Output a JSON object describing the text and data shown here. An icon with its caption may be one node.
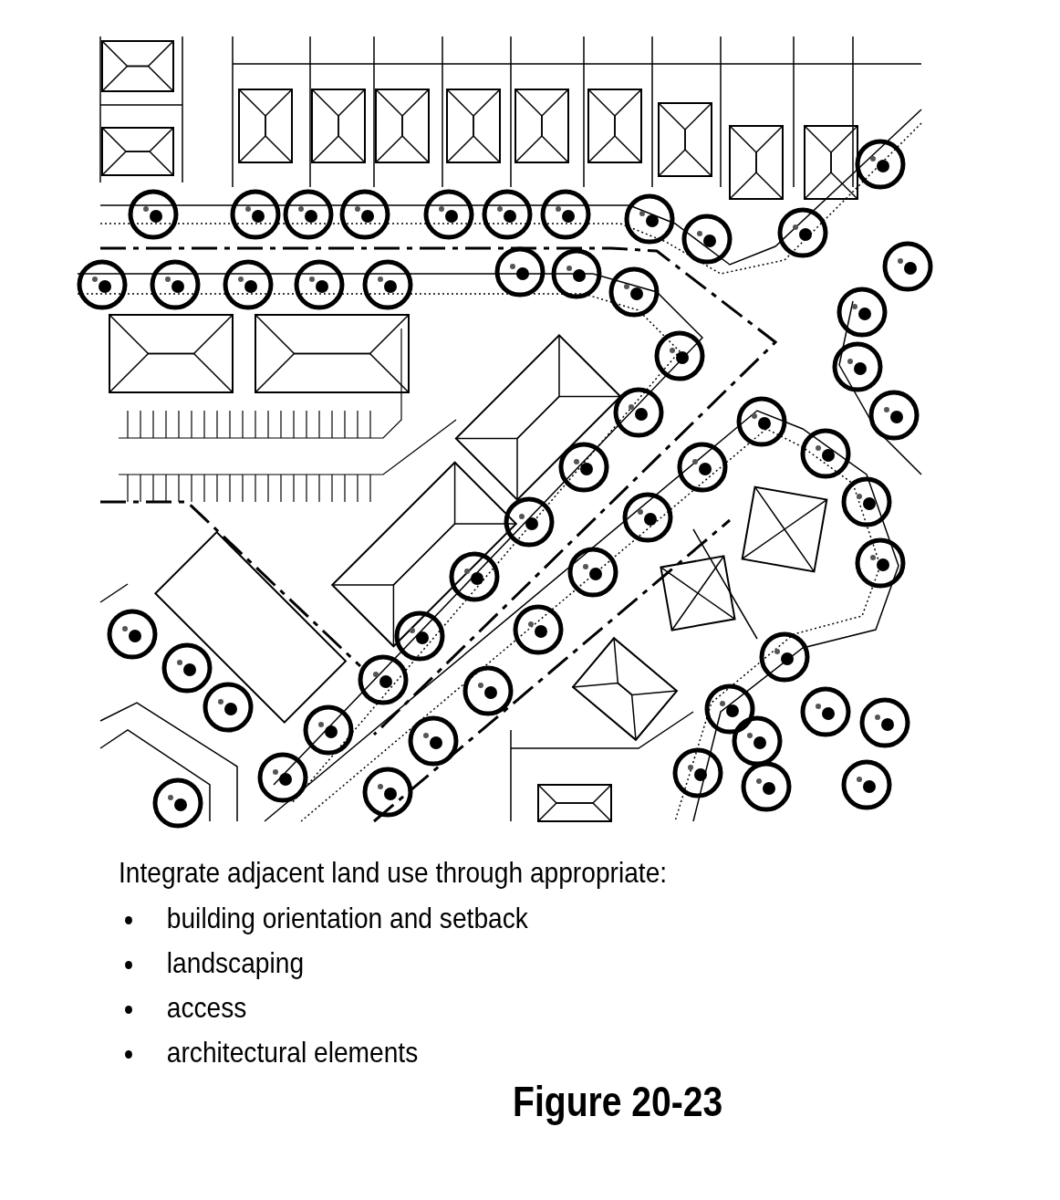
{
  "diagram": {
    "caption": "Figure 20-23",
    "labels": [
      "Integrate adjacent land use through appropriate:",
      "building orientation and setback",
      "landscaping",
      "access",
      "architectural elements"
    ]
  }
}
